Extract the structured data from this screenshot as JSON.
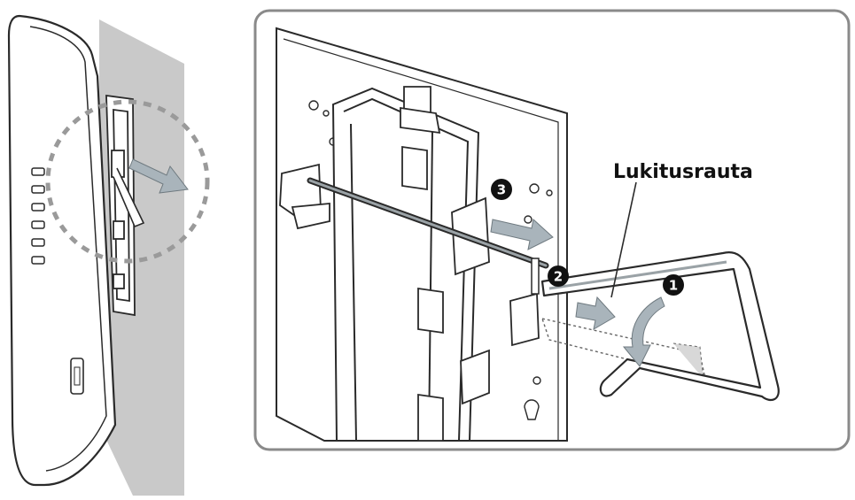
{
  "callout": {
    "label": "Lukitusrauta"
  },
  "steps": [
    {
      "number": "1",
      "icon": "rotate-arrow-icon"
    },
    {
      "number": "2",
      "icon": "none"
    },
    {
      "number": "3",
      "icon": "slide-arrow-icon"
    }
  ],
  "colors": {
    "line": "#2a2a2a",
    "wall": "#c8c8c8",
    "panel_frame": "#8a8a8a",
    "arrow": "#a9b4bb",
    "dashed_circle": "#9a9a9a",
    "step_badge": "#111111"
  }
}
